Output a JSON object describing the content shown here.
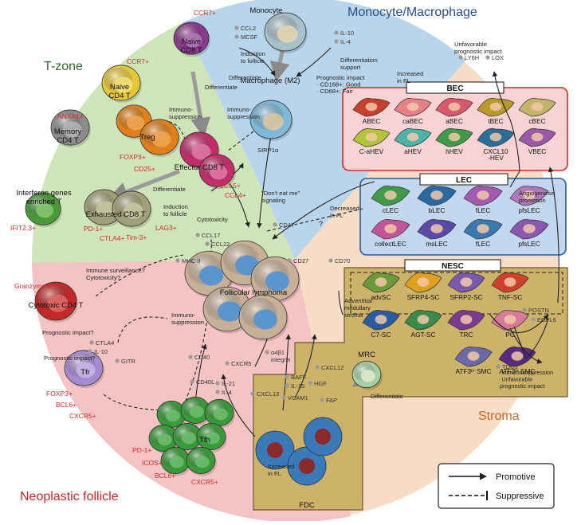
{
  "zones": {
    "tzone": "T-zone",
    "mono": "Monocyte/Macrophage",
    "stroma": "Stroma",
    "neo": "Neoplastic follicle"
  },
  "tcells": {
    "naive_cd8": "Naive\nCD8 T",
    "naive_cd4": "Naive\nCD4 T",
    "memory_cd4": "Memory\nCD4 T",
    "treg": "Treg",
    "effector_cd8": "Effector CD8 T",
    "exhausted_cd8": "Exhausted CD8 T",
    "ifn_t": "Interferon genes\nenriched T",
    "cytotoxic_cd4": "Cytotoxic CD4 T",
    "tfr": "Tfr",
    "tfh": "Tfh"
  },
  "markers": {
    "ccr7_a": "CCR7+",
    "ccr7_b": "CCR7+",
    "anxa1": "ANXA1+",
    "foxp3_a": "FOXP3+",
    "cd25": "CD25+",
    "ccl5": "CCL5+",
    "ccl4": "CCL4+",
    "ifit": "IFIT2,3+",
    "pd1_a": "PD-1+",
    "ctla4_a": "CTLA4+",
    "tim3": "Tim-3+",
    "lag3": "LAG3+",
    "granzyme": "Granzyme K+",
    "foxp3_b": "FOXP3+",
    "bcl6_a": "BCL6+",
    "cxcr5_a": "CXCR5+",
    "pd1_b": "PD-1+",
    "icos": "ICOS+",
    "bcl6_b": "BCL6+",
    "cxcr5_b": "CXCR5+"
  },
  "annotations": {
    "differentiate_1": "Differentiate",
    "immunosuppression_1": "Immuno-\nsuppression",
    "immunosuppression_2": "Immuno-\nsuppression",
    "differentiate_2": "Differentiate",
    "induction_follicle_1": "Induction\nto follicle",
    "cytotoxicity": "Cytotoxicity",
    "immune_surveillance": "Immune surveillance?\nCytotoxicity?",
    "immunosuppression_3": "Immuno-\nsuppression",
    "prognostic_q1": "Prognostic impact?",
    "prognostic_q2": "Prognostic impact?",
    "monocyte": "Monocyte",
    "induction_follicle_2": "Induction\nto follicle",
    "differentiate_3": "Differentiate",
    "diff_support": "Differentiation\nsupport",
    "macrophage": "Macrophage (M2)",
    "prog_impact": "Prognostic impact\n· CD168+: Good\n· CD68+: Fair",
    "sirp": "SIRP1α",
    "dont_eat": "\"Don't eat me\"\nsignaling",
    "fl": "Follicular lymphoma",
    "fdc": "FDC",
    "increased_fl_fdc": "Increased\nin FL",
    "mrc": "MRC",
    "differentiate_4": "Differentiate",
    "adventitia": "Adventitia/\nmedullary\nstroma",
    "unfav": "Unfavorable\nprognostic impact",
    "increased_fl": "Increased\nin FL",
    "decreased_fl": "Decreased\nin FL",
    "angiogenesis": "Angiogenesis\npromotion",
    "tdo2_note": "· Immunosuppression\n· Unfavorable\n  prognostic impact",
    "question": "?"
  },
  "molecules": {
    "ccl2": "CCL2",
    "mcsf": "MCSF",
    "il10_a": "IL-10",
    "il4_a": "IL-4",
    "cd47": "CD47",
    "ccl17": "CCL17",
    "ccl22": "CCL22",
    "mhc2": "MHC II",
    "cd27": "CD27",
    "cd70": "CD70",
    "ctla4": "CTLA4",
    "il10_b": "IL-10",
    "gitr": "GITR",
    "cd40": "CD40",
    "cd40l": "CD40L",
    "il21": "IL-21",
    "il4_b": "IL-4",
    "cxcr5": "CXCR5",
    "a4b1": "α4β1\nintegrin",
    "baff": "BAFF",
    "il15": "IL-15",
    "hgf": "HGF",
    "cxcl12": "CXCL12",
    "cxcl13": "CXCL13",
    "vcam1": "VCAM1",
    "fap": "FAP",
    "ly6h": "LY6H",
    "lox": "LOX",
    "postn": "POSTN",
    "egfl6": "EGFL6",
    "tdo2": "TDO2"
  },
  "bec": {
    "title": "BEC",
    "cells": [
      "ABEC",
      "caBEC",
      "aBEC",
      "tBEC",
      "cBEC",
      "C-aHEV",
      "aHEV",
      "hHEV",
      "CXCL10\n-HEV",
      "VBEC"
    ],
    "colors": [
      "#c8402e",
      "#e77f86",
      "#d85a6a",
      "#b79a2a",
      "#c6b36a",
      "#b3c43a",
      "#4cb3a8",
      "#3f9a4a",
      "#2a6f9a",
      "#9a5aa8"
    ]
  },
  "lec": {
    "title": "LEC",
    "cells": [
      "cLEC",
      "bLEC",
      "fLEC",
      "pfsLEC",
      "collectLEC",
      "msLEC",
      "fLEC",
      "pfsLEC"
    ],
    "colors": [
      "#3f9a4a",
      "#2a6aa0",
      "#a45ab0",
      "#b07ab8",
      "#c2549a",
      "#5a4aa8",
      "#3a78b0",
      "#8a58b0"
    ]
  },
  "nesc": {
    "title": "NESC",
    "cells": [
      "advSC",
      "SFRP4-SC",
      "SFRP2-SC",
      "TNF-SC",
      "C7-SC",
      "AGT-SC",
      "TRC",
      "PC",
      "ATF3ʰⁱ SMC",
      "ATF3ˡᵒ SMC"
    ],
    "colors": [
      "#6a9a3a",
      "#e0a020",
      "#7a5ab0",
      "#d0402a",
      "#2a5aa0",
      "#3a8a4a",
      "#7a3a90",
      "#d77a9a",
      "#6a6aa8",
      "#5a2a80"
    ]
  },
  "legend": {
    "promotive": "Promotive",
    "suppressive": "Suppressive"
  },
  "colors": {
    "tzone_bg": "#cfe4b8",
    "mono_bg": "#b9d5ec",
    "stroma_bg": "#f7dcc6",
    "neo_bg": "#f4c3c3",
    "bec_bg": "#f7d3d3",
    "lec_bg": "#c3d7ef",
    "nesc_bg": "#cdb36a",
    "marker_red": "#d32b2b"
  }
}
